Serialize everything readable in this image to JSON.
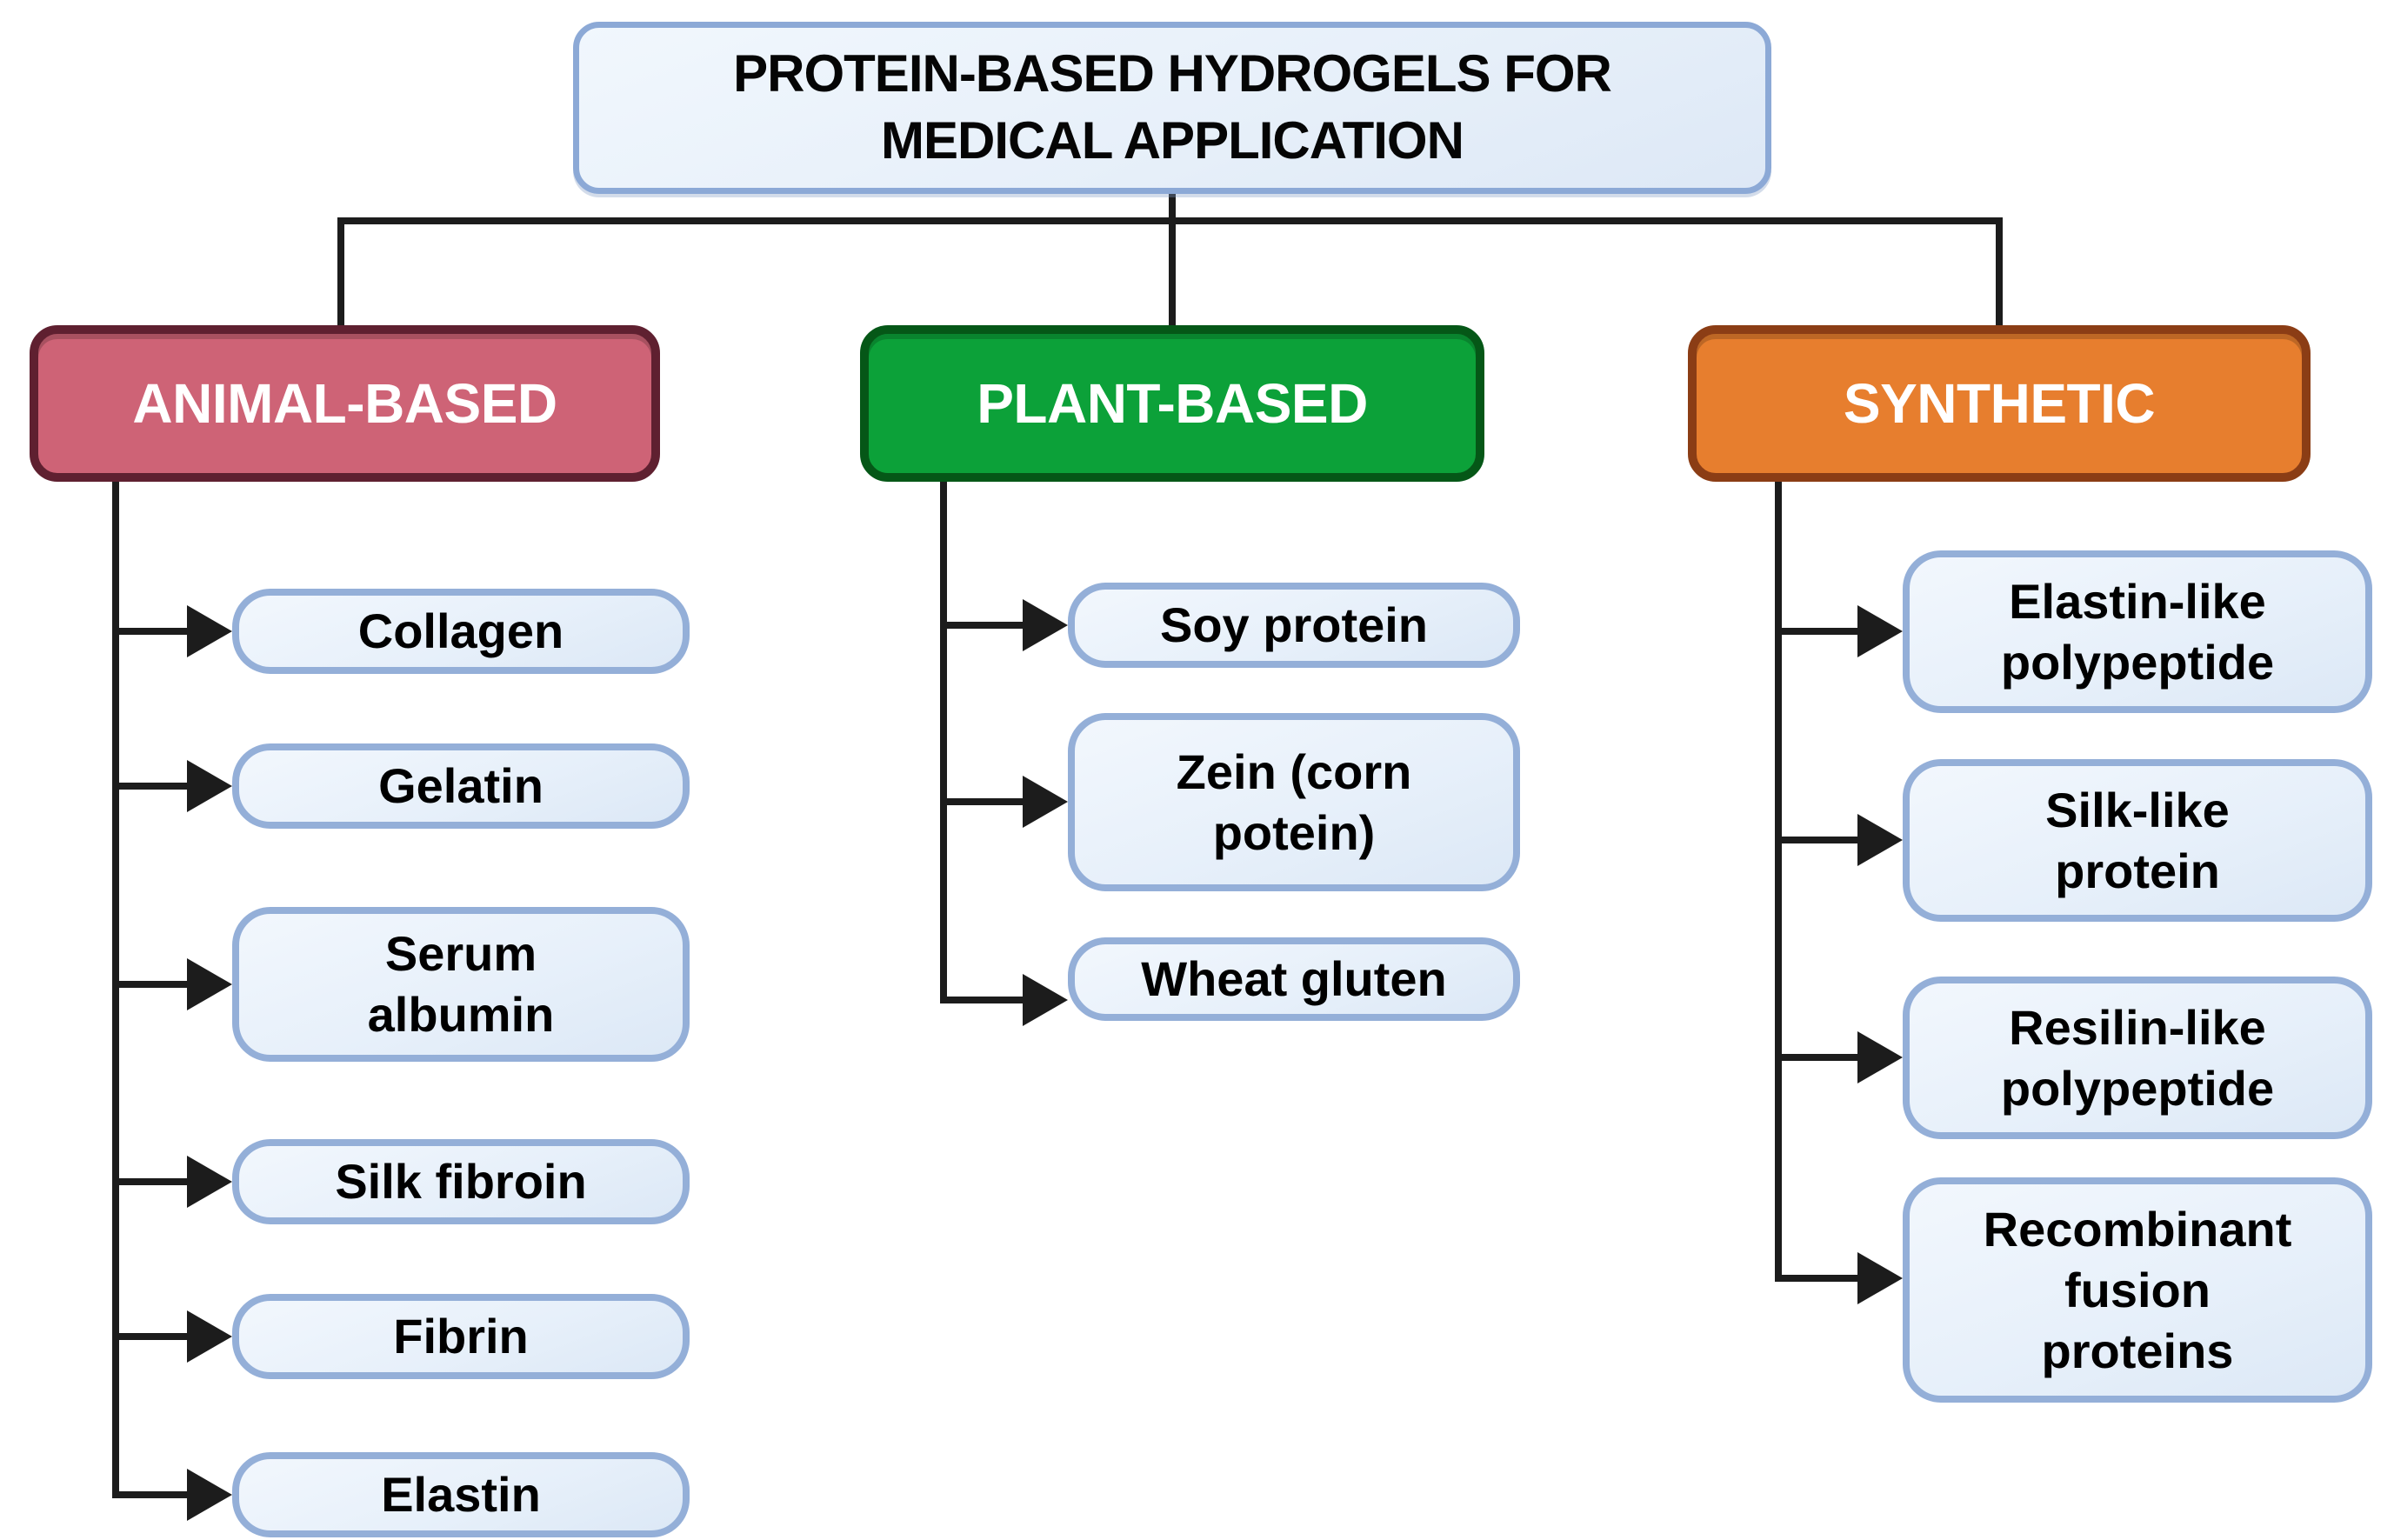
{
  "diagram": {
    "title": "PROTEIN-BASED HYDROGELS FOR\nMEDICAL APPLICATION",
    "branches": [
      {
        "label": "ANIMAL-BASED",
        "fill": "#CE6376",
        "border": "#5F2030",
        "items": [
          "Collagen",
          "Gelatin",
          "Serum\nalbumin",
          "Silk fibroin",
          "Fibrin",
          "Elastin"
        ]
      },
      {
        "label": "PLANT-BASED",
        "fill": "#0CA139",
        "border": "#055717",
        "items": [
          "Soy protein",
          "Zein (corn\npotein)",
          "Wheat gluten"
        ]
      },
      {
        "label": "SYNTHETIC",
        "fill": "#E77E2E",
        "border": "#8B3D15",
        "items": [
          "Elastin-like\npolypeptide",
          "Silk-like\nprotein",
          "Resilin-like\npolypeptide",
          "Recombinant\nfusion\nproteins"
        ]
      }
    ],
    "styles": {
      "node_fill": "#EAF2FB",
      "node_border": "#94AFD8",
      "line_color": "#1C1C1C",
      "node_text_color": "#000000",
      "header_text_color": "#FFFFFF",
      "background": "#FFFFFF"
    }
  }
}
